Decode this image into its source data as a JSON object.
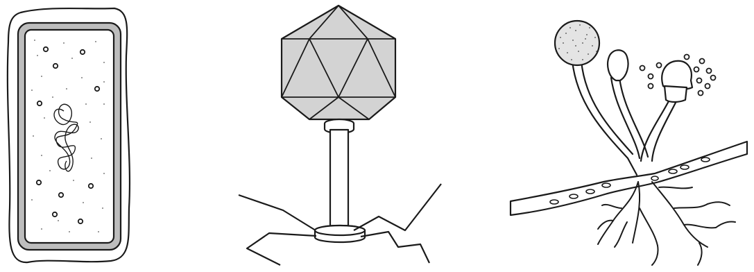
{
  "figure": {
    "panels": [
      {
        "subject": "bacterium",
        "icon": "bacterium-icon"
      },
      {
        "subject": "bacteriophage",
        "icon": "virus-icon"
      },
      {
        "subject": "bread mold",
        "icon": "fungus-icon"
      }
    ],
    "colors": {
      "stroke": "#1a1a1a",
      "wall_gray": "#bdbdbd",
      "capsid_gray": "#d3d3d3",
      "dots": "#555555"
    }
  }
}
